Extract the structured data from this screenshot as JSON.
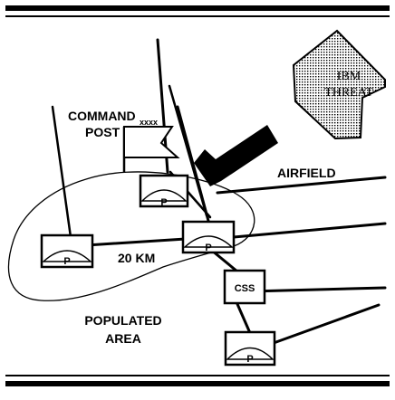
{
  "labels": {
    "command_line1": "COMMAND",
    "command_sub": "xxxx",
    "command_line2": "POST",
    "airfield": "AIRFIELD",
    "distance": "20 KM",
    "css": "CSS",
    "populated_line1": "POPULATED",
    "populated_line2": "AREA",
    "threat_line1": "IBM",
    "threat_line2": "THREAT"
  },
  "unit_symbols": [
    {
      "label": "P"
    },
    {
      "label": "P"
    },
    {
      "label": "P"
    },
    {
      "label": "P"
    }
  ]
}
